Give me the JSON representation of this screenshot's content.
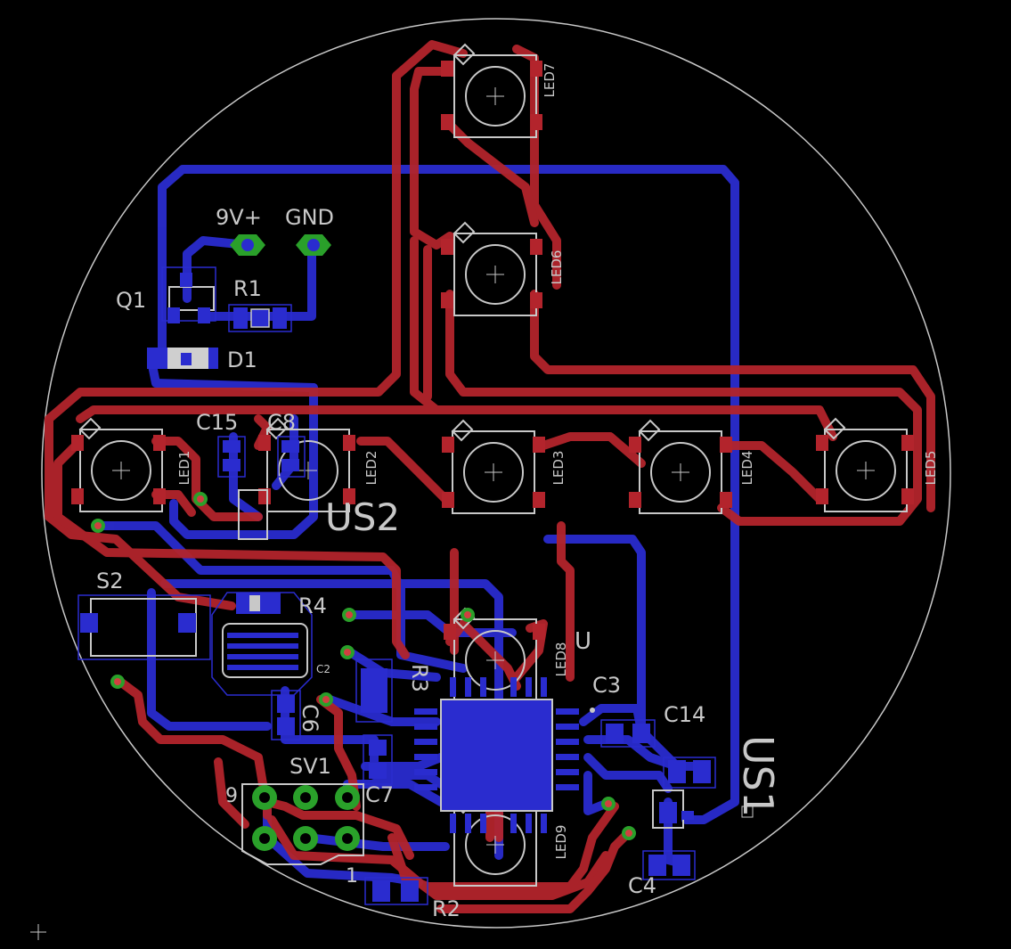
{
  "colors": {
    "background": "#000000",
    "top_copper": "#b3242c",
    "bottom_copper": "#2a2ccf",
    "silkscreen": "#c8c8c8",
    "via_ring": "#2aa02a",
    "via_hole": "#d04040"
  },
  "board": {
    "shape": "circle"
  },
  "power_labels": {
    "v9": "9V+",
    "gnd": "GND"
  },
  "labels": {
    "Q1": "Q1",
    "R1": "R1",
    "D1": "D1",
    "C15": "C15",
    "C8": "C8",
    "US2": "US2",
    "S2": "S2",
    "R4": "R4",
    "R3": "R3",
    "U": "U",
    "C3": "C3",
    "C14": "C14",
    "C6": "C6",
    "SV1": "SV1",
    "C7": "C7",
    "C4": "C4",
    "R2": "R2",
    "US1": "US1",
    "pin9": "9",
    "pin1": "1",
    "c2": "C2"
  },
  "leds": [
    {
      "id": "LED7",
      "label": "LED7"
    },
    {
      "id": "LED6",
      "label": "LED6"
    },
    {
      "id": "LED1",
      "label": "LED1"
    },
    {
      "id": "LED2",
      "label": "LED2"
    },
    {
      "id": "LED3",
      "label": "LED3"
    },
    {
      "id": "LED4",
      "label": "LED4"
    },
    {
      "id": "LED5",
      "label": "LED5"
    },
    {
      "id": "LED8",
      "label": "LED8"
    },
    {
      "id": "LED9",
      "label": "LED9"
    }
  ]
}
